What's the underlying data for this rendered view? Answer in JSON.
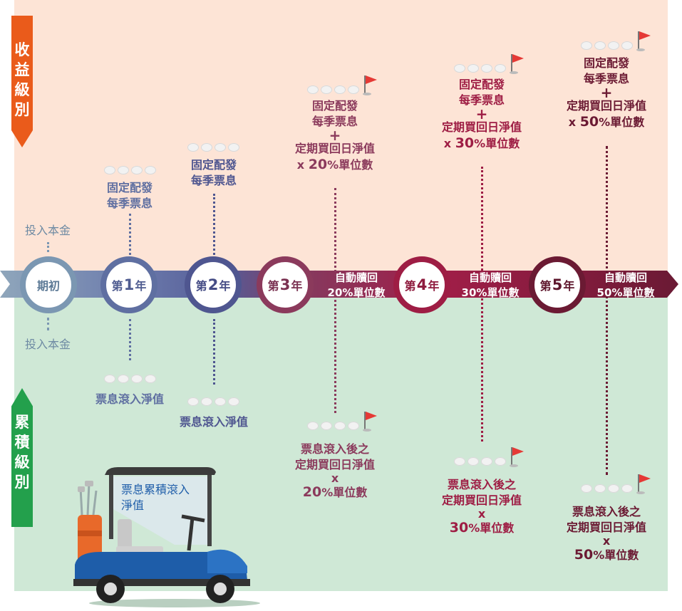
{
  "sections": {
    "top_label": [
      "收",
      "益",
      "級",
      "別"
    ],
    "bottom_label": [
      "累",
      "積",
      "級",
      "別"
    ]
  },
  "principal_top": "投入本金",
  "principal_bottom": "投入本金",
  "milestones": {
    "start": "期初",
    "y1": {
      "pre": "第",
      "num": "1",
      "post": "年"
    },
    "y2": {
      "pre": "第",
      "num": "2",
      "post": "年"
    },
    "y3": {
      "pre": "第",
      "num": "3",
      "post": "年"
    },
    "y4": {
      "pre": "第",
      "num": "4",
      "post": "年"
    },
    "y5": {
      "pre": "第",
      "num": "5",
      "post": "年"
    }
  },
  "band_labels": {
    "y3": {
      "l1": "自動贖回",
      "l2": "20%單位數"
    },
    "y4": {
      "l1": "自動贖回",
      "l2": "30%單位數"
    },
    "y5": {
      "l1": "自動贖回",
      "l2": "50%單位數"
    }
  },
  "income": {
    "y1": {
      "l1": "固定配發",
      "l2": "每季票息"
    },
    "y2": {
      "l1": "固定配發",
      "l2": "每季票息"
    },
    "y3": {
      "l1": "固定配發",
      "l2": "每季票息",
      "plus": "+",
      "l3": "定期買回日淨值",
      "x": "x",
      "pct": "20",
      "unit": "%單位數"
    },
    "y4": {
      "l1": "固定配發",
      "l2": "每季票息",
      "plus": "+",
      "l3": "定期買回日淨值",
      "x": "x",
      "pct": "30",
      "unit": "%單位數"
    },
    "y5": {
      "l1": "固定配發",
      "l2": "每季票息",
      "plus": "+",
      "l3": "定期買回日淨值",
      "x": "x",
      "pct": "50",
      "unit": "%單位數"
    }
  },
  "accum": {
    "y1": {
      "l1": "票息滾入淨值"
    },
    "y2": {
      "l1": "票息滾入淨值"
    },
    "y3": {
      "l1": "票息滾入後之",
      "l2": "定期買回日淨值",
      "x": "x",
      "pct": "20",
      "unit": "%單位數"
    },
    "y4": {
      "l1": "票息滾入後之",
      "l2": "定期買回日淨值",
      "x": "x",
      "pct": "30",
      "unit": "%單位數"
    },
    "y5": {
      "l1": "票息滾入後之",
      "l2": "定期買回日淨值",
      "x": "x",
      "pct": "50",
      "unit": "%單位數"
    }
  },
  "cart_label": {
    "l1": "票息累積滾入",
    "l2": "淨值"
  },
  "colors": {
    "income_bg": "#fde4d6",
    "accum_bg": "#cfe8d6",
    "orange": "#ea5b1b",
    "green": "#23a04c",
    "start": "#7b97b2",
    "y1": "#5f6fa1",
    "y2": "#4f5690",
    "y3": "#8b3a5c",
    "y4": "#9e1d44",
    "y5": "#6b1a33"
  }
}
